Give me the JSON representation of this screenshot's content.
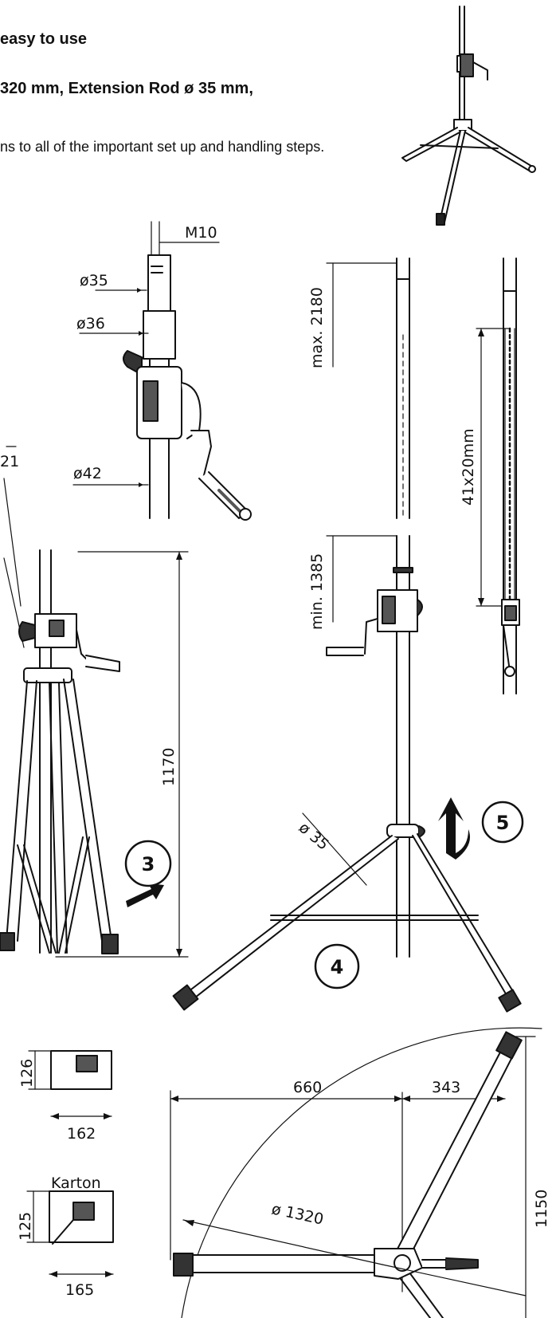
{
  "header": {
    "line1": "easy to use",
    "line2": "320 mm, Extension Rod ø 35 mm,",
    "line3": "ns to all of the important set up and handling steps."
  },
  "labels": {
    "m10": "M10",
    "d35_top": "ø35",
    "d36": "ø36",
    "d42": "ø42",
    "cut_left": "21",
    "max_height": "max. 2180",
    "min_height": "min. 1385",
    "rack": "41x20mm",
    "h1170": "1170",
    "d35_leg": "ø 35",
    "pack_h1": "126",
    "pack_w1": "162",
    "karton": "Karton",
    "pack_h2": "125",
    "pack_w2": "165",
    "w660": "660",
    "w343": "343",
    "d1320": "ø 1320",
    "h1150": "1150"
  },
  "steps": {
    "three": "3",
    "four": "4",
    "five": "5"
  }
}
